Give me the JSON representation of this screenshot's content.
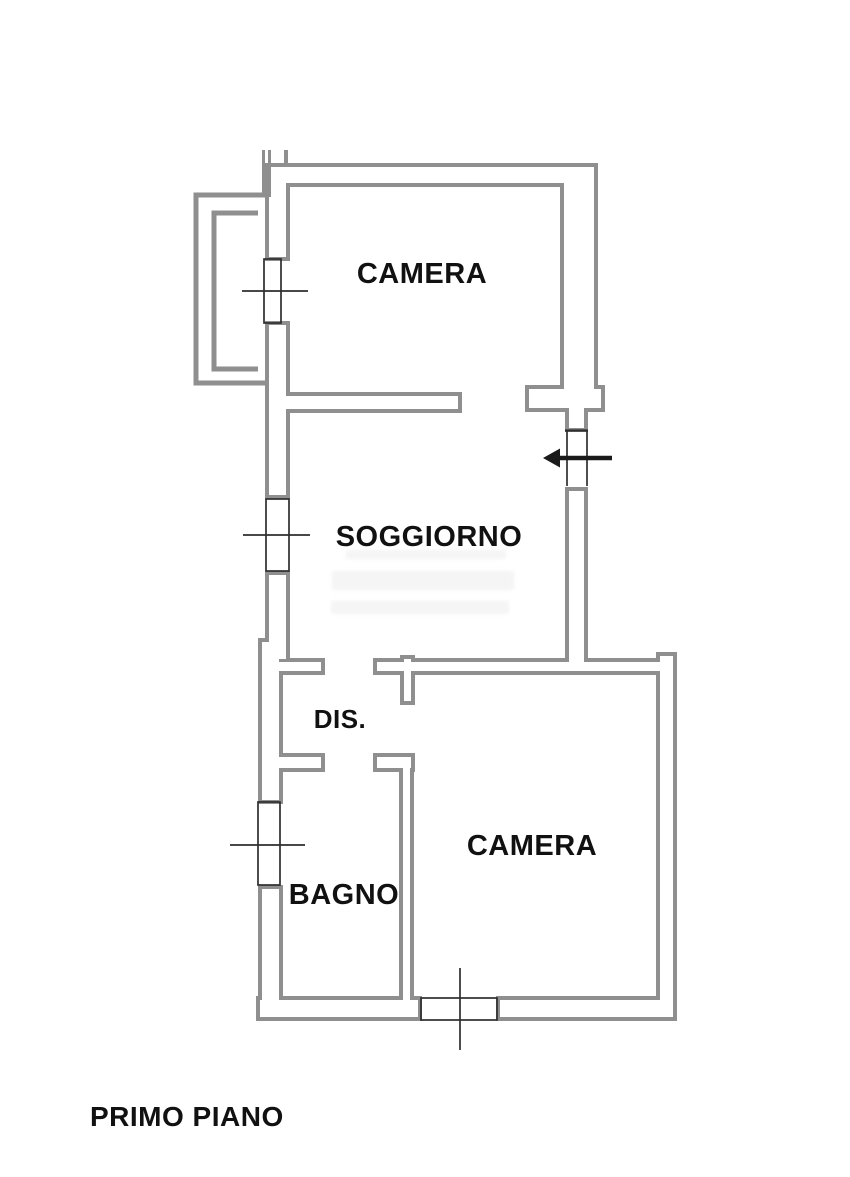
{
  "floorplan": {
    "floor_label": "PRIMO PIANO",
    "colors": {
      "wall": "#8f8f8f",
      "detail": "#2e2e2e",
      "label": "#111111",
      "background": "#ffffff",
      "watermark": "#ececec"
    },
    "rooms": [
      {
        "id": "camera-nord",
        "label": "CAMERA"
      },
      {
        "id": "soggiorno",
        "label": "SOGGIORNO"
      },
      {
        "id": "disimpegno",
        "label": "DIS."
      },
      {
        "id": "bagno",
        "label": "BAGNO"
      },
      {
        "id": "camera-sud",
        "label": "CAMERA"
      }
    ],
    "entrance": {
      "arrow_direction": "left"
    }
  }
}
